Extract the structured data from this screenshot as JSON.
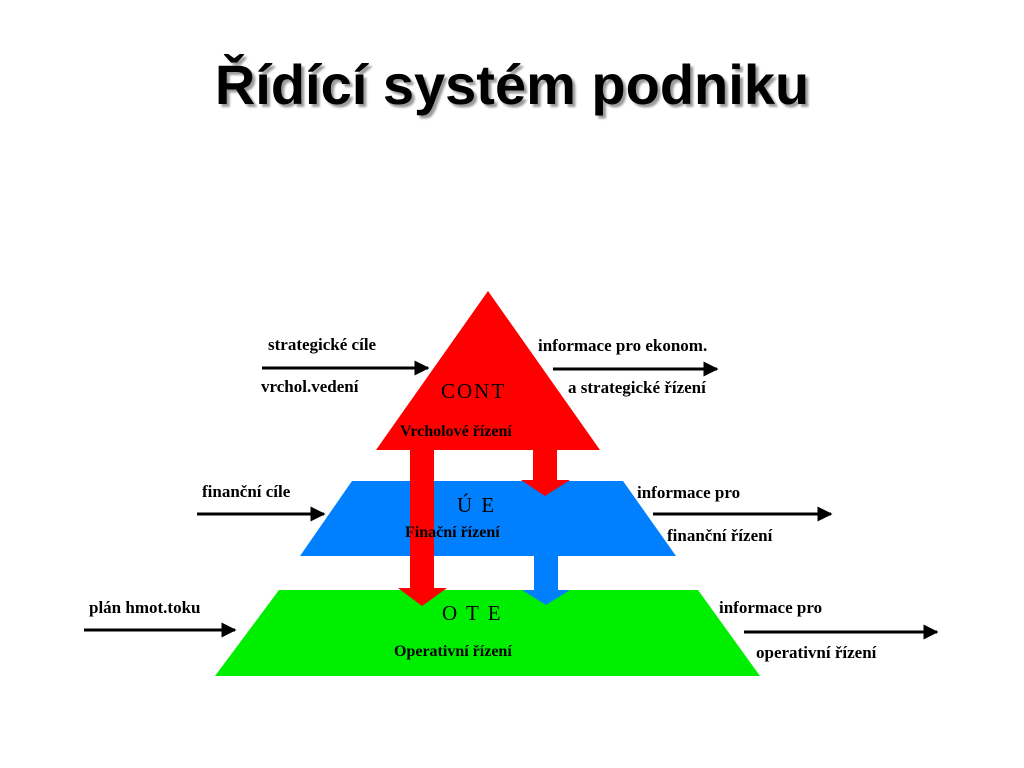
{
  "title": "Řídící systém podniku",
  "colors": {
    "top": "#ff0000",
    "middle": "#0080ff",
    "bottom": "#00ee00",
    "arrow_red": "#ff0000",
    "arrow_blue": "#0080ff"
  },
  "levels": {
    "top": {
      "name": "CONT",
      "subtitle": "Vrcholové řízení"
    },
    "middle": {
      "name": "Ú E",
      "subtitle": "Finační řízení"
    },
    "bottom": {
      "name": "O T E",
      "subtitle": "Operativní řízení"
    }
  },
  "inputs": {
    "top": {
      "line1": "strategické cíle",
      "line2": "vrchol.vedení"
    },
    "middle": {
      "line1": "finanční cíle"
    },
    "bottom": {
      "line1": "plán hmot.toku"
    }
  },
  "outputs": {
    "top": {
      "line1": "informace pro ekonom.",
      "line2": "a strategické řízení"
    },
    "middle": {
      "line1": "informace pro",
      "line2": "finanční řízení"
    },
    "bottom": {
      "line1": "informace pro",
      "line2": "operativní řízení"
    }
  }
}
